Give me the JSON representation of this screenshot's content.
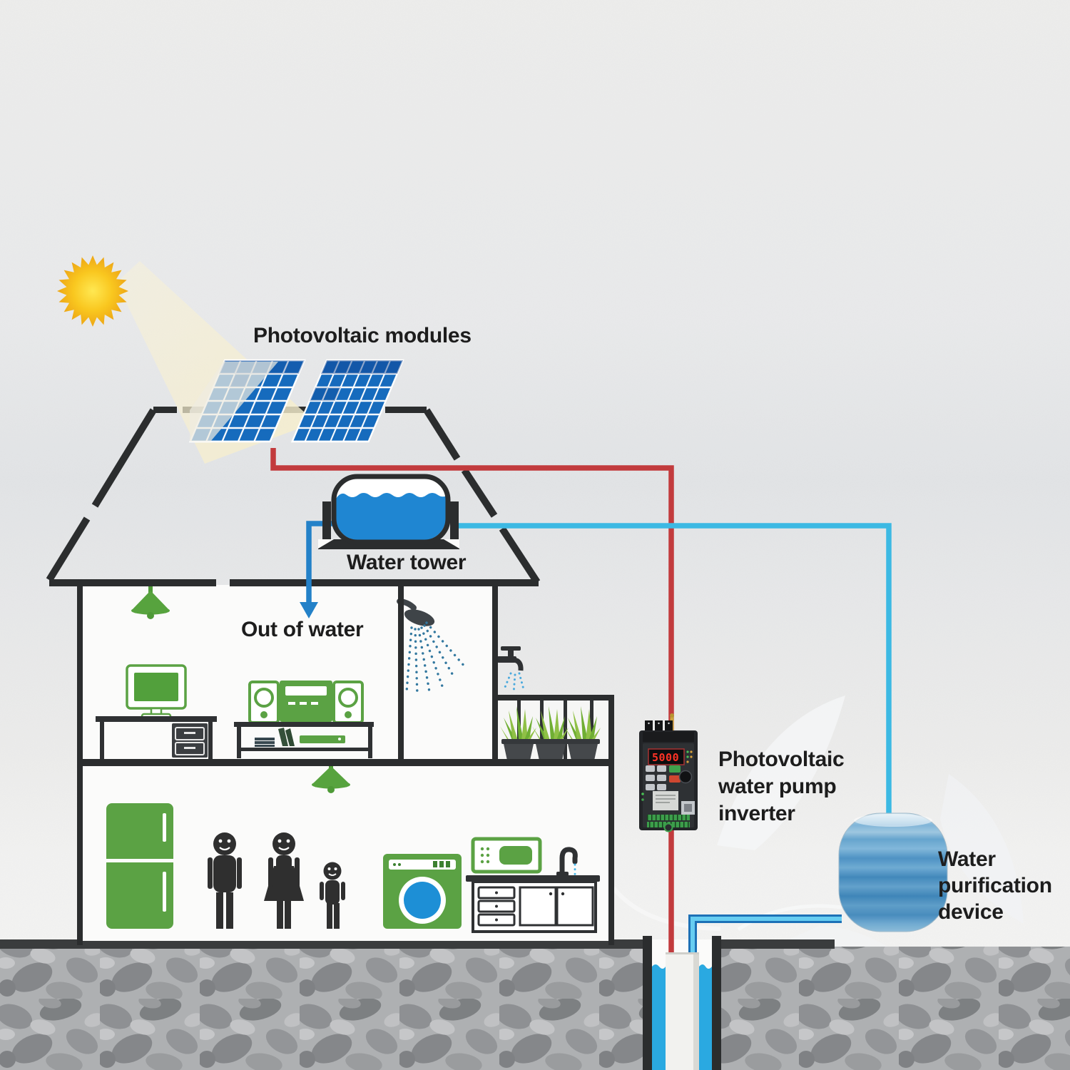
{
  "labels": {
    "photovoltaic_modules": "Photovoltaic modules",
    "water_tower": "Water tower",
    "out_of_water": "Out of water",
    "inverter": {
      "line1": "Photovoltaic",
      "line2": "water pump",
      "line3": "inverter"
    },
    "water_purification": {
      "line1": "Water",
      "line2": "purification",
      "line3": "device"
    }
  },
  "inverter_device": {
    "display_value": "5000"
  },
  "components": {
    "sun": "sun-icon",
    "light_beam": "light-beam",
    "solar_panels": "solar-panel-icon",
    "house": "house-outline",
    "water_tower_tank": "water-tank-icon",
    "out_of_water_arrow": "down-arrow-icon",
    "shower": "shower-icon",
    "balcony_faucet": "faucet-icon",
    "balcony_plants": "plant-icon",
    "ceiling_lamps": "lamp-icon",
    "computer_desk": "computer-desk-icon",
    "stereo_system": "stereo-icon",
    "fridge": "fridge-icon",
    "family": "family-icon",
    "washing_machine": "washing-machine-icon",
    "microwave": "microwave-icon",
    "kitchen_counter": "kitchen-sink-icon",
    "inverter_unit": "inverter-device-icon",
    "purification_ball": "water-purification-icon",
    "well": "well-icon",
    "power_line": "power-line",
    "water_supply_line": "water-supply-line",
    "ground": "ground-rock"
  },
  "colors": {
    "power_line_red": "#c23b3d",
    "water_supply_cyan": "#3cb9e3",
    "water_outlet_blue": "#2381c8",
    "well_pipe_blue": "#1d71b6",
    "appliance_green": "#5ba244",
    "tank_water_blue": "#1f86d2",
    "well_water_blue": "#2aa9e1",
    "structure_black": "#2b2d2e",
    "sun_yellow": "#f6ba1e",
    "inverter_display_red": "#ff3326",
    "background_gray": "#e9eaea"
  }
}
